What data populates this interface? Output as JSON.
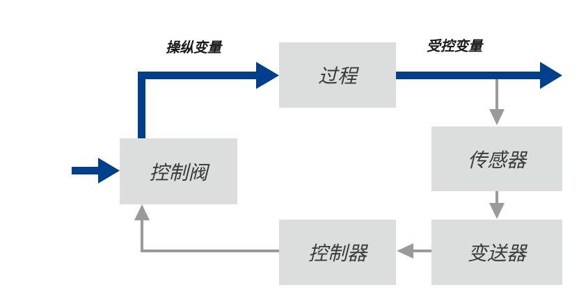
{
  "colors": {
    "flow_arrow": "#003f8c",
    "feedback_arrow": "#9a9a9a",
    "box_fill": "#dcdddd",
    "box_text": "#3a3a3a"
  },
  "nodes": {
    "process": "过程",
    "control_valve": "控制阀",
    "sensor": "传感器",
    "transmitter": "变送器",
    "controller": "控制器"
  },
  "edge_labels": {
    "manipulated_variable": "操纵变量",
    "controlled_variable": "受控变量"
  }
}
